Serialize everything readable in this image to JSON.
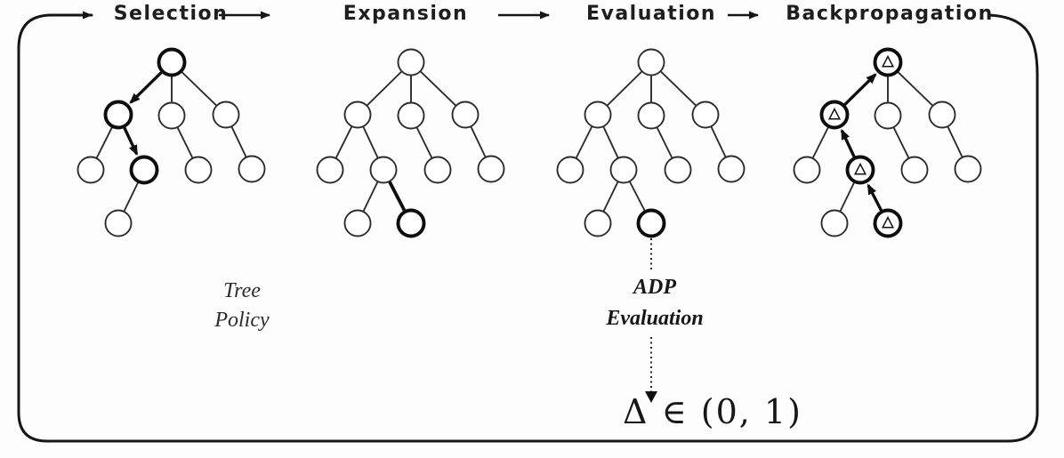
{
  "title": "Monte Carlo Tree Search phases cycle diagram",
  "phases": [
    {
      "label": "Selection"
    },
    {
      "label": "Expansion"
    },
    {
      "label": "Evaluation"
    },
    {
      "label": "Backpropagation"
    }
  ],
  "captions": {
    "tree_policy_line1": "Tree",
    "tree_policy_line2": "Policy",
    "adp_line1": "ADP",
    "adp_line2": "Evaluation",
    "delta": "Δ ∈ (0, 1)"
  },
  "colors": {
    "ink": "#161616",
    "background": "#fdfdfd",
    "node_fill": "#ffffff"
  },
  "icons": {
    "flow_arrowhead": "right-arrowhead-icon",
    "backprop_node_mark": "delta-triangle-icon",
    "evaluation_arrowhead": "down-arrowhead-icon"
  },
  "diagram": {
    "trees": [
      {
        "id": "selection",
        "nodes": [
          "n0",
          "n1",
          "n2",
          "n3",
          "n4",
          "n5",
          "n6",
          "n7",
          "n8"
        ],
        "bold_nodes": [
          "n0",
          "n1",
          "n5"
        ],
        "triangle_nodes": [],
        "edges": [
          [
            "n0",
            "n1",
            "arrow"
          ],
          [
            "n0",
            "n2",
            "line"
          ],
          [
            "n0",
            "n3",
            "line"
          ],
          [
            "n1",
            "n4",
            "line"
          ],
          [
            "n1",
            "n5",
            "arrow"
          ],
          [
            "n2",
            "n6",
            "line"
          ],
          [
            "n3",
            "n7",
            "line"
          ],
          [
            "n5",
            "n8",
            "line"
          ]
        ]
      },
      {
        "id": "expansion",
        "nodes": [
          "n0",
          "n1",
          "n2",
          "n3",
          "n4",
          "n5",
          "n6",
          "n7",
          "n8",
          "n9"
        ],
        "bold_nodes": [
          "n9"
        ],
        "triangle_nodes": [],
        "edges": [
          [
            "n0",
            "n1",
            "line"
          ],
          [
            "n0",
            "n2",
            "line"
          ],
          [
            "n0",
            "n3",
            "line"
          ],
          [
            "n1",
            "n4",
            "line"
          ],
          [
            "n1",
            "n5",
            "line"
          ],
          [
            "n2",
            "n6",
            "line"
          ],
          [
            "n3",
            "n7",
            "line"
          ],
          [
            "n5",
            "n8",
            "line"
          ],
          [
            "n5",
            "n9",
            "boldline"
          ]
        ]
      },
      {
        "id": "evaluation",
        "nodes": [
          "n0",
          "n1",
          "n2",
          "n3",
          "n4",
          "n5",
          "n6",
          "n7",
          "n8",
          "n9"
        ],
        "bold_nodes": [
          "n9"
        ],
        "triangle_nodes": [],
        "edges": [
          [
            "n0",
            "n1",
            "line"
          ],
          [
            "n0",
            "n2",
            "line"
          ],
          [
            "n0",
            "n3",
            "line"
          ],
          [
            "n1",
            "n4",
            "line"
          ],
          [
            "n1",
            "n5",
            "line"
          ],
          [
            "n2",
            "n6",
            "line"
          ],
          [
            "n3",
            "n7",
            "line"
          ],
          [
            "n5",
            "n8",
            "line"
          ],
          [
            "n5",
            "n9",
            "line"
          ]
        ]
      },
      {
        "id": "backpropagation",
        "nodes": [
          "n0",
          "n1",
          "n2",
          "n3",
          "n4",
          "n5",
          "n6",
          "n7",
          "n8",
          "n9"
        ],
        "bold_nodes": [
          "n0",
          "n1",
          "n5",
          "n9"
        ],
        "triangle_nodes": [
          "n0",
          "n1",
          "n5",
          "n9"
        ],
        "edges": [
          [
            "n0",
            "n2",
            "line"
          ],
          [
            "n0",
            "n3",
            "line"
          ],
          [
            "n1",
            "n4",
            "line"
          ],
          [
            "n2",
            "n6",
            "line"
          ],
          [
            "n3",
            "n7",
            "line"
          ],
          [
            "n5",
            "n8",
            "line"
          ],
          [
            "n1",
            "n0",
            "arrow"
          ],
          [
            "n5",
            "n1",
            "arrow"
          ],
          [
            "n9",
            "n5",
            "arrow"
          ]
        ]
      }
    ]
  }
}
